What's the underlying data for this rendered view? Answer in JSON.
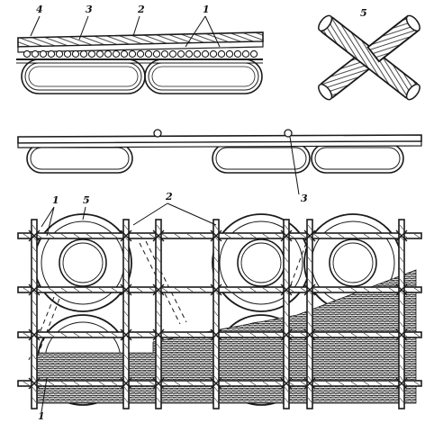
{
  "diagram": {
    "callouts": {
      "top_1": "1",
      "top_2": "2",
      "top_3": "3",
      "top_4": "4",
      "cross_5": "5",
      "mid_3": "3",
      "bottom_1_left": "1",
      "bottom_5": "5",
      "bottom_2": "2",
      "bottom_1_base": "1"
    },
    "colors": {
      "ink": "#1a1a1a",
      "paper": "#ffffff"
    }
  }
}
